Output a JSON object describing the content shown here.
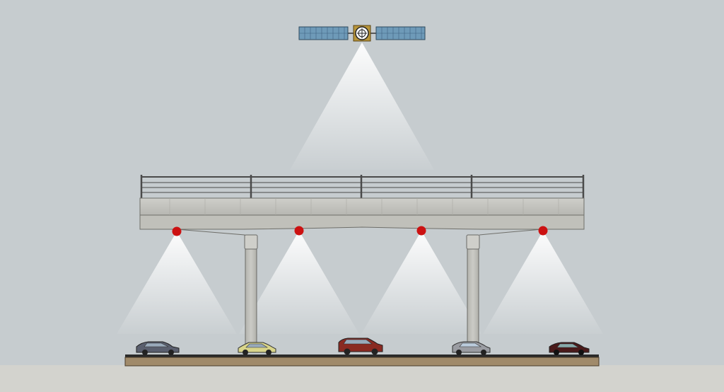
{
  "scene": {
    "colors": {
      "sky": "#c6cccf",
      "ground": "#d3d3ce",
      "concrete": "#c4c4bf",
      "sensor": "#cc1111",
      "solar_panel": "#6e9ab8",
      "road_soil": "#a08a6a"
    },
    "satellite": {
      "icon": "satellite-icon"
    },
    "sensors": [
      {
        "id": "sensor-1",
        "icon": "sensor-dot"
      },
      {
        "id": "sensor-2",
        "icon": "sensor-dot"
      },
      {
        "id": "sensor-3",
        "icon": "sensor-dot"
      },
      {
        "id": "sensor-4",
        "icon": "sensor-dot"
      }
    ],
    "vehicles": [
      {
        "type": "hatchback",
        "color": "#5a5f6e"
      },
      {
        "type": "sedan",
        "color": "#d9d58a"
      },
      {
        "type": "suv",
        "color": "#8a2a22"
      },
      {
        "type": "hatchback",
        "color": "#9a9ca2"
      },
      {
        "type": "hatchback",
        "color": "#4a1a1a"
      }
    ]
  }
}
